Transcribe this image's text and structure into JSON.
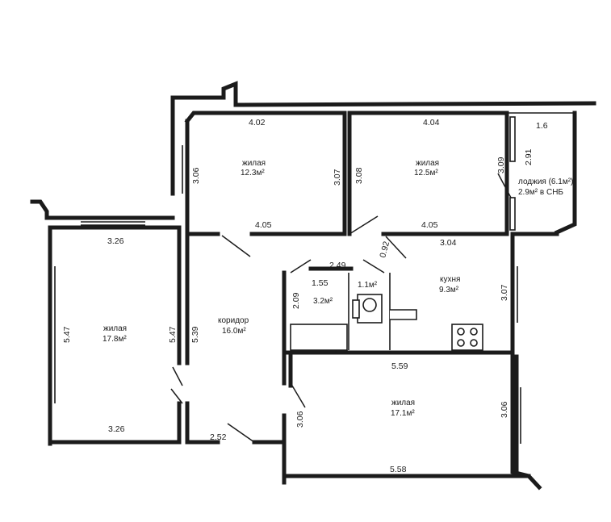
{
  "rooms": {
    "bedroom_1": {
      "name": "жилая",
      "area": "12.3м²"
    },
    "bedroom_2": {
      "name": "жилая",
      "area": "12.5м²"
    },
    "loggia": {
      "name": "лоджия (6.1м²)",
      "area": "2.9м² в СНБ"
    },
    "bedroom_3": {
      "name": "жилая",
      "area": "17.8м²"
    },
    "corridor": {
      "name": "коридор",
      "area": "16.0м²"
    },
    "bathroom": {
      "area": "3.2м²"
    },
    "toilet": {
      "area": "1.1м²"
    },
    "kitchen": {
      "name": "кухня",
      "area": "9.3м²"
    },
    "bedroom_4": {
      "name": "жилая",
      "area": "17.1м²"
    }
  },
  "dimensions": {
    "bedroom_1_top": "4.02",
    "bedroom_1_left": "3.06",
    "bedroom_1_right": "3.07",
    "bedroom_1_bottom": "4.05",
    "bedroom_2_top": "4.04",
    "bedroom_2_left": "3.08",
    "bedroom_2_right": "3.09",
    "bedroom_2_bottom": "4.05",
    "loggia_top": "1.6",
    "loggia_side": "2.91",
    "bedroom_3_top": "3.26",
    "bedroom_3_left": "5.47",
    "bedroom_3_right": "5.47",
    "bedroom_3_bottom": "3.26",
    "corridor_side": "5.39",
    "corridor_bottom": "2.52",
    "bathroom_top": "2.49",
    "bathroom_side": "2.09",
    "bathroom_width": "1.55",
    "toilet_diag": "0.92",
    "kitchen_top": "3.04",
    "kitchen_right": "3.07",
    "bedroom_4_top": "5.59",
    "bedroom_4_left": "3.06",
    "bedroom_4_right": "3.06",
    "bedroom_4_bottom": "5.58"
  }
}
